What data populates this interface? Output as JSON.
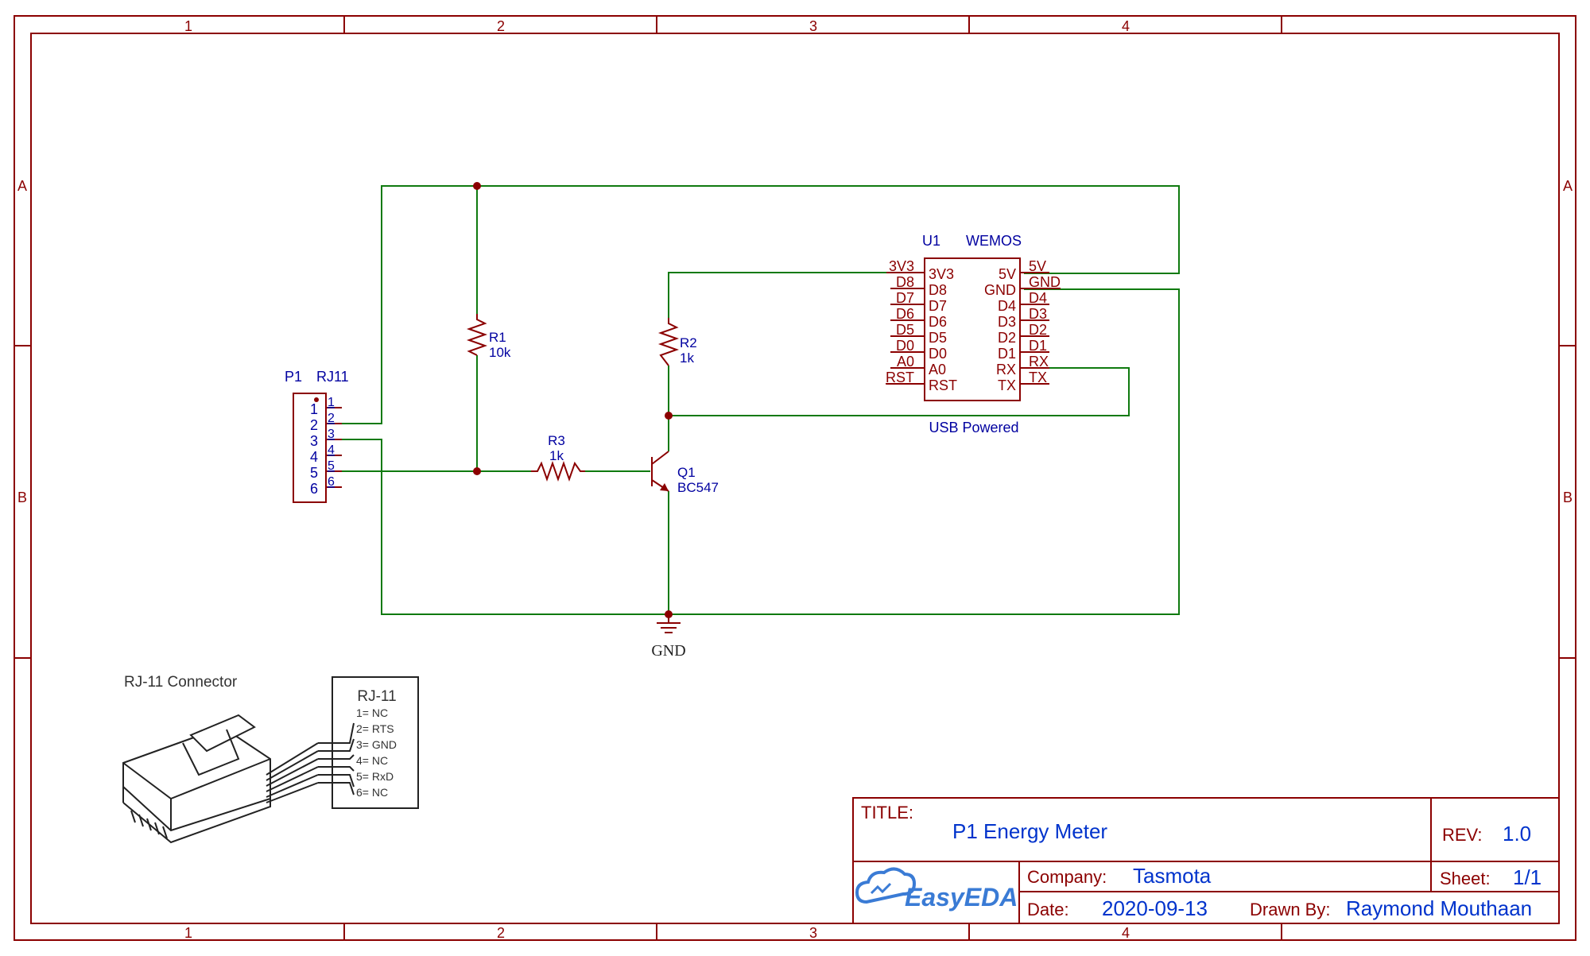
{
  "grid": {
    "cols": [
      "1",
      "2",
      "3",
      "4"
    ],
    "rows": [
      "A",
      "B"
    ]
  },
  "components": {
    "p1": {
      "ref": "P1",
      "value": "RJ11",
      "pin_numbers": [
        "1",
        "2",
        "3",
        "4",
        "5",
        "6"
      ],
      "pin_labels": [
        "1",
        "2",
        "3",
        "4",
        "5",
        "6"
      ]
    },
    "r1": {
      "ref": "R1",
      "value": "10k"
    },
    "r2": {
      "ref": "R2",
      "value": "1k"
    },
    "r3": {
      "ref": "R3",
      "value": "1k"
    },
    "q1": {
      "ref": "Q1",
      "value": "BC547"
    },
    "gnd": {
      "label": "GND"
    },
    "u1": {
      "ref": "U1",
      "value": "WEMOS",
      "note": "USB Powered",
      "left_pins": [
        "3V3",
        "D8",
        "D7",
        "D6",
        "D5",
        "D0",
        "A0",
        "RST"
      ],
      "left_inner": [
        "3V3",
        "D8",
        "D7",
        "D6",
        "D5",
        "D0",
        "A0",
        "RST"
      ],
      "right_pins": [
        "5V",
        "GND",
        "D4",
        "D3",
        "D2",
        "D1",
        "RX",
        "TX"
      ],
      "right_inner": [
        "5V",
        "GND",
        "D4",
        "D3",
        "D2",
        "D1",
        "RX",
        "TX"
      ]
    }
  },
  "rj11_figure": {
    "title": "RJ-11 Connector",
    "box_title": "RJ-11",
    "pins": [
      "1= NC",
      "2= RTS",
      "3= GND",
      "4= NC",
      "5= RxD",
      "6= NC"
    ]
  },
  "title_block": {
    "title_label": "TITLE:",
    "title": "P1 Energy Meter",
    "rev_label": "REV:",
    "rev": "1.0",
    "company_label": "Company:",
    "company": "Tasmota",
    "sheet_label": "Sheet:",
    "sheet": "1/1",
    "date_label": "Date:",
    "date": "2020-09-13",
    "drawn_label": "Drawn By:",
    "drawn_by": "Raymond Mouthaan",
    "logo": "EasyEDA"
  }
}
